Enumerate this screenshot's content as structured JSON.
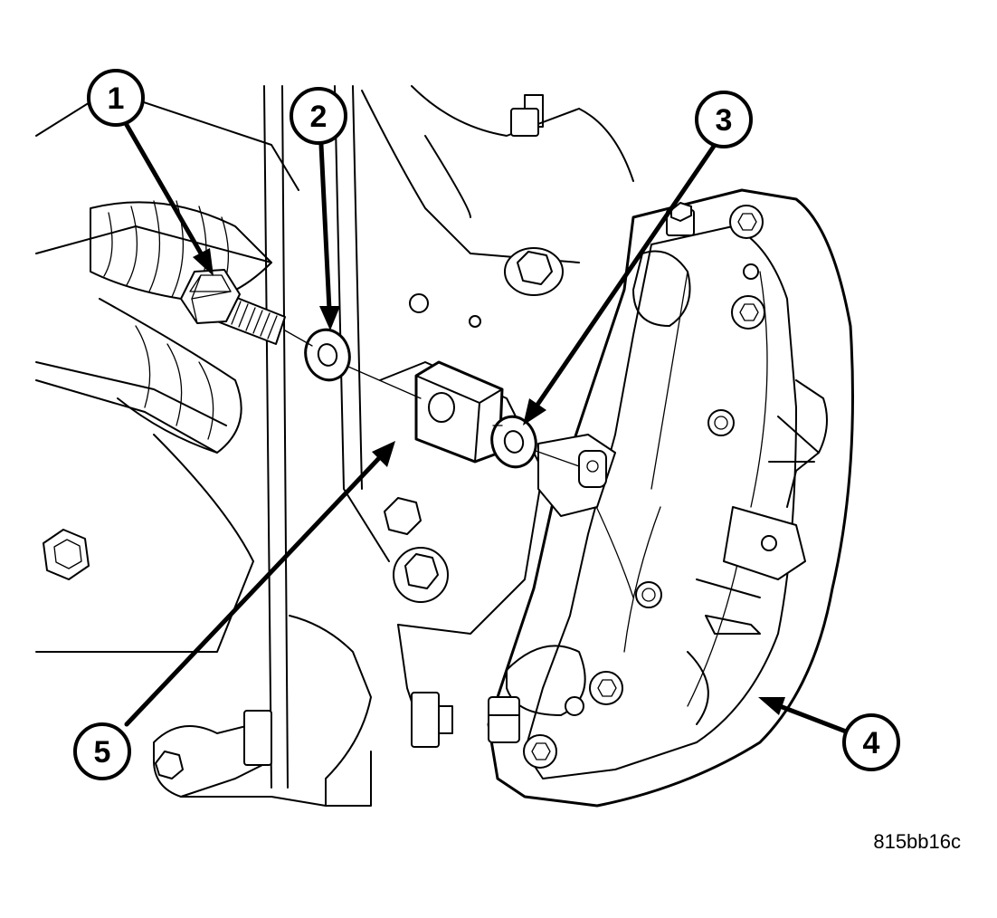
{
  "figure": {
    "id_label": "815bb16c"
  },
  "callouts": [
    {
      "number": "1"
    },
    {
      "number": "2"
    },
    {
      "number": "3"
    },
    {
      "number": "4"
    },
    {
      "number": "5"
    }
  ]
}
